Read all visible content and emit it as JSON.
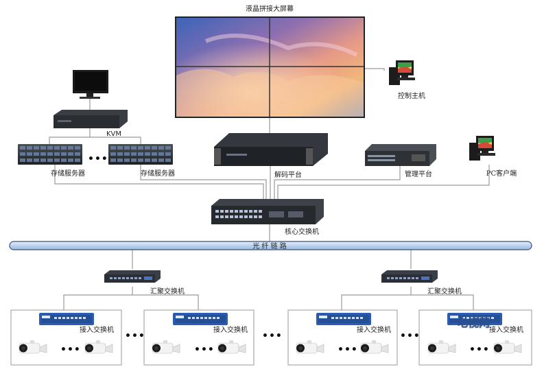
{
  "labels": {
    "video_wall": "液晶拼接大屏幕",
    "control_host": "控制主机",
    "kvm": "KVM",
    "storage_server_1": "存储服务器",
    "storage_server_2": "存储服务器",
    "decode_platform": "解码平台",
    "management_platform": "管理平台",
    "pc_client": "PC客户端",
    "core_switch": "核心交换机",
    "fiber_link": "光 纤 链 路",
    "aggregation_switch_left": "汇聚交换机",
    "aggregation_switch_right": "汇聚交换机",
    "access_switch_1": "接入交换机",
    "access_switch_2": "接入交换机",
    "access_switch_3": "接入交换机",
    "access_switch_4": "接入交换机",
    "watermark": "电视网"
  },
  "ellipsis": "•••",
  "colors": {
    "fiber_link": "#c7d9ee",
    "fiber_border": "#3a4f7a",
    "device_dark": "#2b2d31",
    "switch_blue": "#2a5cb0",
    "connector": "#9a9a9a"
  }
}
